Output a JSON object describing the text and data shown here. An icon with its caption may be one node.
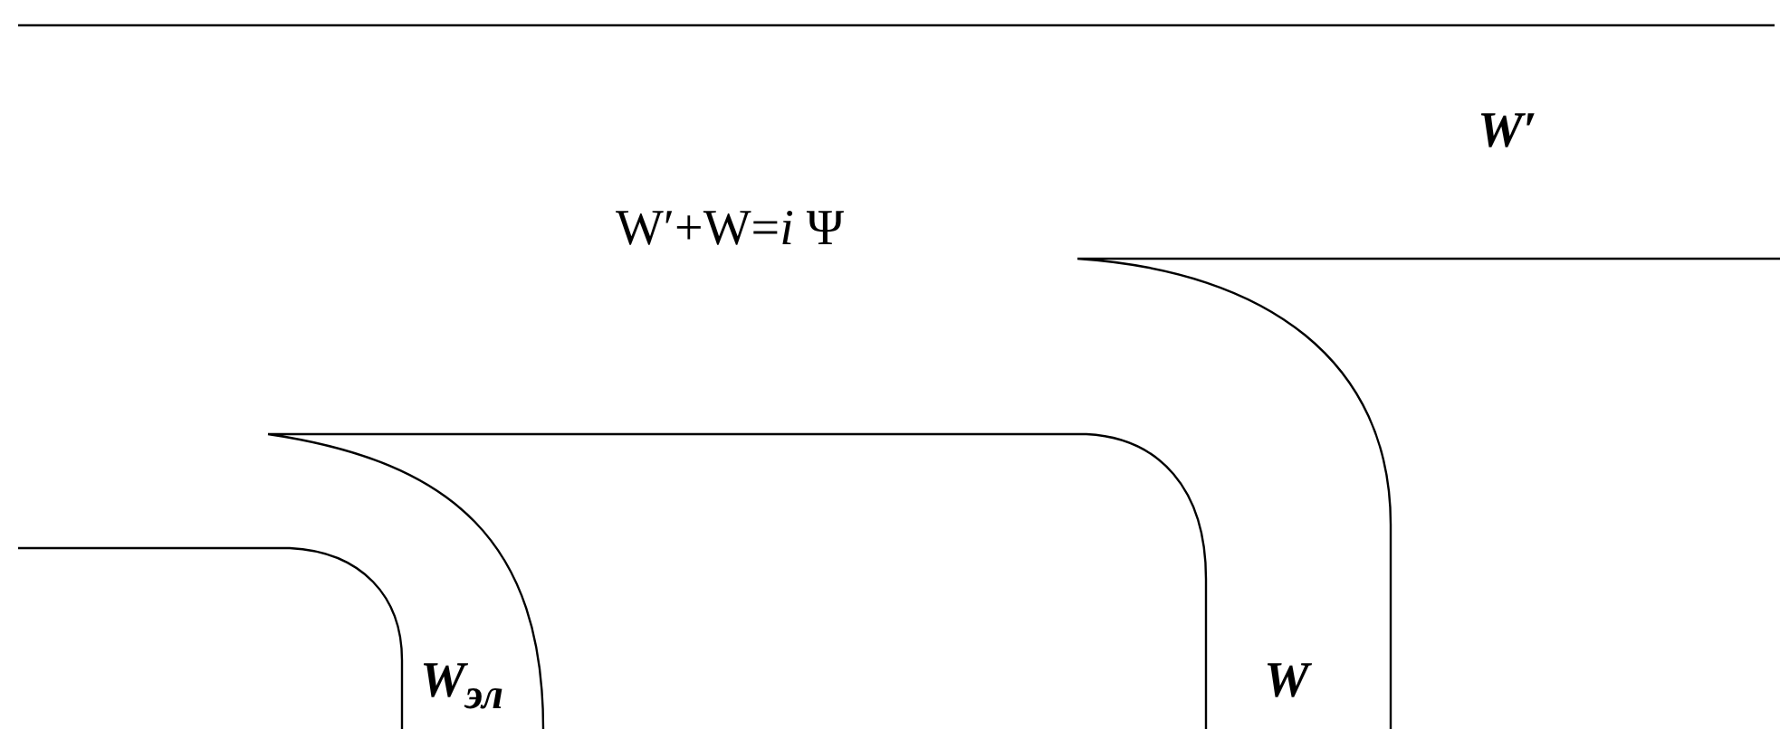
{
  "diagram": {
    "labels": [
      "W′",
      "W′+W=*i* Ψ",
      "W$_{эл}$",
      "W"
    ]
  }
}
